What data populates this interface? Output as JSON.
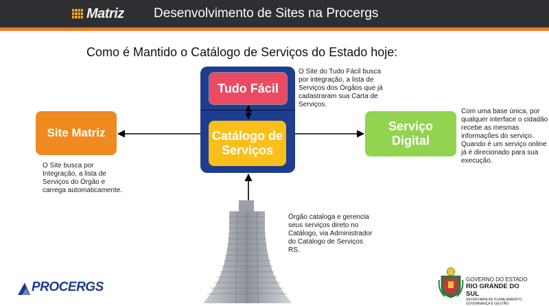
{
  "header": {
    "logo_text": "Matriz",
    "title": "Desenvolvimento de Sites na Procergs",
    "accent_color": "#f07a1d"
  },
  "subtitle": "Como é Mantido o Catálogo de Serviços do Estado hoje:",
  "boxes": {
    "tudo_facil": "Tudo Fácil",
    "catalogo": [
      "Catálogo de",
      "Serviços"
    ],
    "site_matriz": "Site Matriz",
    "servico_digital": [
      "Serviço",
      "Digital"
    ]
  },
  "notes": {
    "tudo_facil": [
      "O Site do Tudo Fácil busca",
      "por integração, a lista de",
      "Serviços dos Órgãos que já",
      "cadastraram sua Carta de",
      "Serviços."
    ],
    "servico_digital": [
      "Com uma base única, por",
      "qualquer interface o cidadão",
      "recebe as mesmas",
      "informações do serviço.",
      "Quando é um serviço online",
      "já é direcionado para sua",
      "execução."
    ],
    "site_matriz": [
      "O Site busca por",
      "Integração, a lista de",
      "Serviços do Órgão e",
      "carrega automaticamente."
    ],
    "orgao": [
      "Órgão cataloga e gerencia",
      "seus serviços direto no",
      "Catálogo, via Administrador",
      "do Catálogo de Serviços",
      "RS."
    ]
  },
  "footer": {
    "procergs_logo": "PROCERGS",
    "gov_line1": "GOVERNO DO ESTADO",
    "gov_line2": "RIO GRANDE DO SUL",
    "gov_line3": [
      "SECRETARIA DE PLANEJAMENTO,",
      "GOVERNANÇA E GESTÃO"
    ]
  },
  "icons": [
    "matriz-logo-icon",
    "building-icon",
    "procergs-logo-icon",
    "state-crest-icon"
  ],
  "colors": {
    "header_bg": "#2f2f33",
    "outer_box": "#1f3d8f",
    "tudo_facil": "#eb4a63",
    "catalogo": "#fbbf1a",
    "site_matriz": "#ee8a1f",
    "servico_digital": "#92d34f"
  }
}
